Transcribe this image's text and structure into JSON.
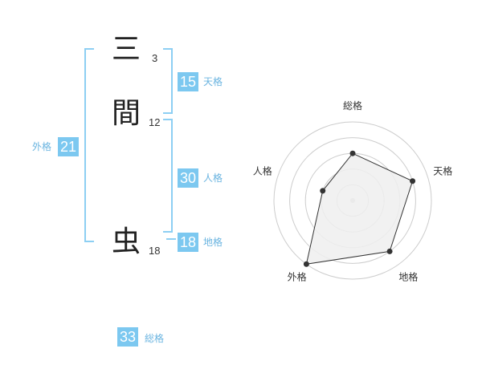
{
  "name": {
    "characters": [
      {
        "char": "三",
        "strokes": "3"
      },
      {
        "char": "間",
        "strokes": "12"
      },
      {
        "char": "虫",
        "strokes": "18"
      }
    ]
  },
  "kakusu": {
    "tenkaku": {
      "value": "15",
      "label": "天格"
    },
    "jinkaku": {
      "value": "30",
      "label": "人格"
    },
    "chikaku": {
      "value": "18",
      "label": "地格"
    },
    "gaikaku": {
      "value": "21",
      "label": "外格"
    },
    "soukaku": {
      "value": "33",
      "label": "総格"
    }
  },
  "colors": {
    "accent": "#7cc8f0",
    "accent_text": "#6ab4e0",
    "bracket": "#8dcff3",
    "radar_fill": "#eeeeee",
    "radar_stroke": "#333333",
    "radar_grid": "#cccccc"
  },
  "chart_data": {
    "type": "radar",
    "categories": [
      "総格",
      "天格",
      "地格",
      "外格",
      "人格"
    ],
    "values": [
      3,
      4,
      4,
      5,
      2
    ],
    "max": 5,
    "rings": 5
  }
}
